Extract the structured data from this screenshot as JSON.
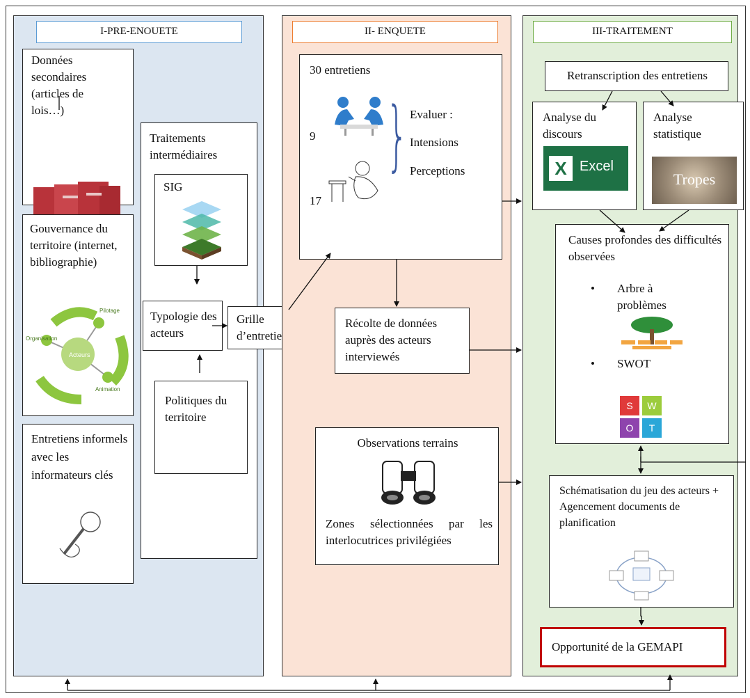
{
  "columns": {
    "pre": {
      "title": "I-PRE-ENOUETE",
      "donnees": "Données secondaires (articles de lois…)",
      "gouvernance": "Gouvernance du territoire (internet, bibliographie)",
      "gouvernance_diagram_labels": [
        "Pilotage",
        "Organisation",
        "Animation",
        "Acteurs"
      ],
      "entretiens_informels": "Entretiens informels avec les informateurs clés",
      "traitements": "Traitements intermédiaires",
      "sig": "SIG",
      "typologie": "Typologie des acteurs",
      "politiques": "Politiques du territoire",
      "grille": "Grille d’entretien"
    },
    "enquete": {
      "title": "II- ENQUETE",
      "entretiens": "30 entretiens",
      "count_a": "9",
      "count_b": "17",
      "evaluer": "Evaluer :",
      "intensions": "Intensions",
      "perceptions": "Perceptions",
      "recolte": "Récolte de données auprès des acteurs interviewés",
      "observations": "Observations terrains",
      "zones": "Zones sélectionnées par les interlocutrices privilégiées"
    },
    "traitement": {
      "title": "III-TRAITEMENT",
      "retranscription": "Retranscription des entretiens",
      "analyse_discours": "Analyse du discours",
      "excel_label": "Excel",
      "analyse_stat": "Analyse statistique",
      "tropes_label": "Tropes",
      "causes": "Causes profondes des difficultés observées",
      "bullet_bullet": "•",
      "arbre": "Arbre à problèmes",
      "swot": "SWOT",
      "swot_letters": [
        "S",
        "W",
        "O",
        "T"
      ],
      "schema": "Schématisation du jeu des acteurs + Agencement documents de planification",
      "opportunite": "Opportunité de la GEMAPI"
    }
  },
  "colors": {
    "col1_bg": "#dce6f1",
    "col2_bg": "#fbe3d6",
    "col3_bg": "#e2efda",
    "hdr1_border": "#5b9bd5",
    "hdr2_border": "#ed7d31",
    "hdr3_border": "#70ad47",
    "opportunite_border": "#c00000",
    "excel_green": "#1e7145"
  }
}
